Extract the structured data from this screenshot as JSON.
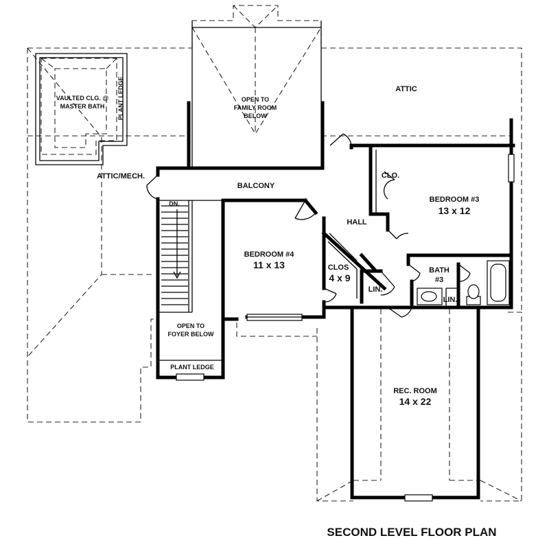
{
  "title": "SECOND LEVEL FLOOR PLAN",
  "labels": {
    "vaulted_1": "VAULTED CLG. @",
    "vaulted_2": "MASTER BATH",
    "plant_ledge_top": "PLANT LEDGE",
    "open_family_1": "OPEN TO",
    "open_family_2": "FAMILY ROOM",
    "open_family_3": "BELOW",
    "attic": "ATTIC",
    "attic_mech": "ATTIC/MECH.",
    "balcony": "BALCONY",
    "clo": "CLO.",
    "bedroom3_name": "BEDROOM #3",
    "bedroom3_size": "13 x 12",
    "hall": "HALL",
    "dn": "DN.",
    "bedroom4_name": "BEDROOM #4",
    "bedroom4_size": "11 x 13",
    "clos_name": "CLOS",
    "clos_size": "4 x 9",
    "bath_name": "BATH",
    "bath_num": "#3",
    "lin_1": "LIN.",
    "lin_2": "LIN.",
    "open_foyer_1": "OPEN TO",
    "open_foyer_2": "FOYER BELOW",
    "plant_ledge_bottom": "PLANT LEDGE",
    "rec_name": "REC. ROOM",
    "rec_size": "14 x 22"
  }
}
